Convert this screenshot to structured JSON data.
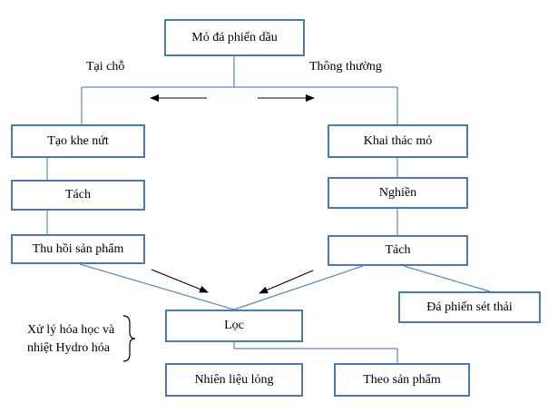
{
  "nodes": {
    "source": "Mỏ đá phiến dầu",
    "crack": "Tạo khe nứt",
    "separate_left": "Tách",
    "recover": "Thu hồi sản phẩm",
    "mine": "Khai thác mỏ",
    "crush": "Nghiền",
    "separate_right": "Tách",
    "waste": "Đá phiến sét thải",
    "filter": "Lọc",
    "liquid_fuel": "Nhiên liệu lỏng",
    "byproduct": "Theo sản phẩm"
  },
  "branches": {
    "in_situ": "Tại chỗ",
    "conventional": "Thông thường"
  },
  "note": {
    "line1": "Xử lý hóa học và",
    "line2": "nhiệt Hydro hóa"
  },
  "colors": {
    "box_border": "#4a7ab5",
    "connector": "#5b86c0",
    "arrow": "#000000"
  }
}
